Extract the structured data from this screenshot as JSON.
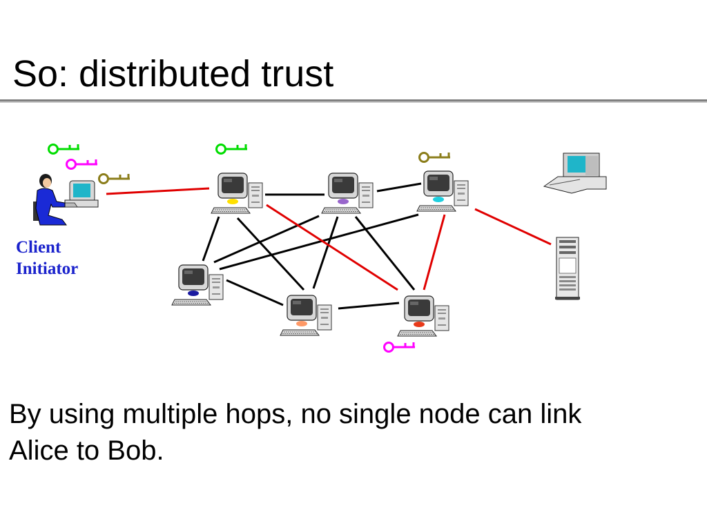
{
  "slide": {
    "title": "So: distributed trust",
    "client_label_line1": "Client",
    "client_label_line2": "Initiator",
    "caption_line1": "By using multiple hops, no single node can link",
    "caption_line2": "Alice to Bob."
  },
  "colors": {
    "key_green": "#00dd00",
    "key_magenta": "#ff00ff",
    "key_olive": "#8b7d1a",
    "path_red": "#e00000",
    "mesh_black": "#000000",
    "client_label": "#1a22cc"
  },
  "icons": {
    "client": "person-at-computer-icon",
    "router": "desktop-computer-icon",
    "destination_server": "tower-server-icon",
    "destination_laptop": "laptop-icon",
    "key": "key-icon"
  }
}
